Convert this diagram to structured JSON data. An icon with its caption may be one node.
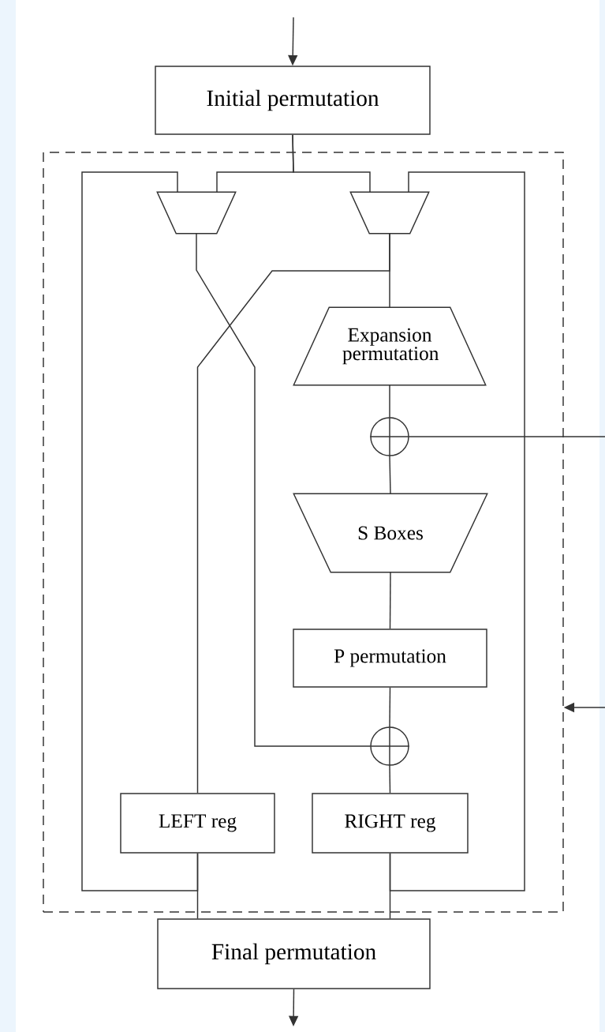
{
  "diagram": {
    "nodes": [
      {
        "text": [
          "Initial permutation"
        ]
      },
      {
        "text": [],
        "shape": "box"
      },
      {
        "text": [],
        "shape": "trapezoid",
        "in": 1
      },
      {
        "text": [],
        "shape": "trapezoid",
        "in": 1
      },
      {
        "text": [
          "Expansion permutation"
        ],
        "in": 1
      },
      {
        "text": [],
        "shape": "circle",
        "in": 1
      },
      {
        "text": [
          "S Boxes"
        ],
        "in": 1
      },
      {
        "text": [
          "P permutation"
        ],
        "in": 1
      },
      {
        "text": [],
        "shape": "circle",
        "in": 1
      },
      {
        "text": [
          "LEFT reg"
        ],
        "in": 1
      },
      {
        "text": [
          "RIGHT reg"
        ],
        "in": 1
      },
      {
        "text": [
          "Final permutation"
        ]
      }
    ],
    "edges": [
      {
        "from": null,
        "to": 0,
        "arrow": "to"
      },
      {
        "from": 0,
        "to": 2,
        "arrow": "none"
      },
      {
        "from": 0,
        "to": 3,
        "arrow": "none"
      },
      {
        "from": 2,
        "to": 8,
        "arrow": "none"
      },
      {
        "from": 3,
        "to": 9,
        "arrow": "none"
      },
      {
        "from": 3,
        "to": 4,
        "arrow": "none"
      },
      {
        "from": 4,
        "to": 5,
        "arrow": "none"
      },
      {
        "from": null,
        "to": 5,
        "arrow": "none"
      },
      {
        "from": 5,
        "to": 6,
        "arrow": "none"
      },
      {
        "from": 6,
        "to": 7,
        "arrow": "none"
      },
      {
        "from": 7,
        "to": 8,
        "arrow": "none"
      },
      {
        "from": 8,
        "to": 10,
        "arrow": "none"
      },
      {
        "from": 9,
        "to": 11,
        "arrow": "none"
      },
      {
        "from": 10,
        "to": 11,
        "arrow": "none"
      },
      {
        "from": 9,
        "to": 2,
        "arrow": "none"
      },
      {
        "from": 10,
        "to": 3,
        "arrow": "none"
      },
      {
        "from": null,
        "to": 1,
        "arrow": "to"
      },
      {
        "from": 11,
        "to": null,
        "arrow": "to"
      }
    ]
  }
}
